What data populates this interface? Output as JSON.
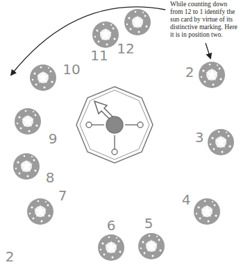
{
  "diagram": {
    "labels": [
      "While counting down from 12 to 1 identify the sun card by virtue of its distinctive marking. Here it is in position two.",
      "12",
      "11",
      "10",
      "9",
      "8",
      "7",
      "6",
      "5",
      "4",
      "3",
      "2",
      "2"
    ]
  }
}
